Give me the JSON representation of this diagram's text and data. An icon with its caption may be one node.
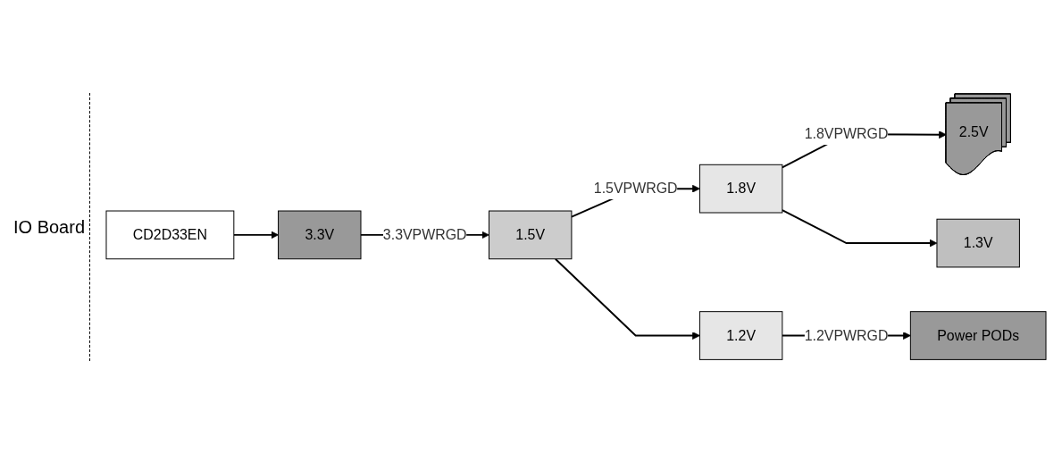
{
  "diagram": {
    "nodes": [
      {
        "text": [
          "CD2D33EN"
        ]
      },
      {
        "text": [
          "3.3V"
        ]
      },
      {
        "text": [
          "1.5V"
        ]
      },
      {
        "text": [
          "1.8V"
        ]
      },
      {
        "text": [
          "2.5V"
        ]
      },
      {
        "text": [
          "1.3V"
        ]
      },
      {
        "text": [
          "1.2V"
        ]
      },
      {
        "text": [
          "Power PODs"
        ]
      }
    ],
    "edges": [
      {
        "from": 0,
        "to": 1,
        "arrow": "to"
      },
      {
        "from": 1,
        "to": 2,
        "arrow": "to",
        "label": "3.3VPWRGD"
      },
      {
        "from": 2,
        "to": 3,
        "arrow": "to",
        "label": "1.5VPWRGD"
      },
      {
        "from": 2,
        "to": 6,
        "arrow": "to"
      },
      {
        "from": 3,
        "to": 4,
        "arrow": "to",
        "label": "1.8VPWRGD"
      },
      {
        "from": 3,
        "to": 5,
        "arrow": "to"
      },
      {
        "from": 6,
        "to": 7,
        "arrow": "to",
        "label": "1.2VPWRGD"
      }
    ],
    "labels": [
      "IO Board"
    ]
  }
}
